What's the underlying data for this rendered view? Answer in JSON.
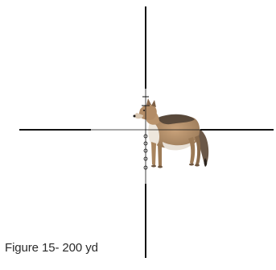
{
  "figure": {
    "caption": "Figure 15- 200 yd"
  },
  "reticle": {
    "line_color": "#111111",
    "holdover_marks": 2,
    "range_dots": 5
  },
  "target": {
    "icon": "coyote-icon",
    "body_color": "#b08a63",
    "fur_dark_color": "#4a3d33",
    "fur_light_color": "#e8e0d6"
  }
}
